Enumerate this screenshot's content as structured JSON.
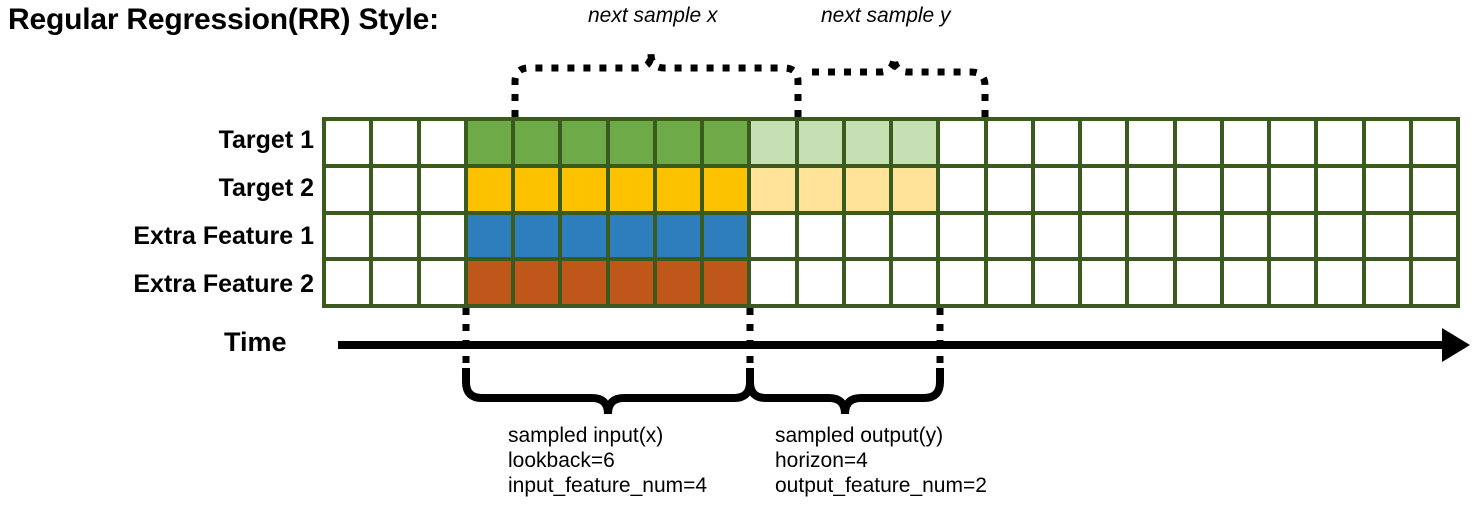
{
  "title": "Regular Regression(RR) Style:",
  "rows": [
    {
      "label": "Target 1",
      "kind": "target"
    },
    {
      "label": "Target 2",
      "kind": "target"
    },
    {
      "label": "Extra Feature 1",
      "kind": "feature"
    },
    {
      "label": "Extra Feature 2",
      "kind": "feature"
    }
  ],
  "axis": {
    "label": "Time",
    "direction": "right"
  },
  "grid": {
    "total_columns": 24,
    "lead_blank_columns": 3,
    "input_columns": 6,
    "output_columns": 4,
    "trailing_blank_columns": 11
  },
  "top_braces": [
    {
      "label": "next sample x",
      "span": "input"
    },
    {
      "label": "next sample y",
      "span": "output"
    }
  ],
  "bottom_braces": [
    {
      "title": "sampled input(x)",
      "line2": "lookback=6",
      "line3": "input_feature_num=4"
    },
    {
      "title": "sampled output(y)",
      "line2": "horizon=4",
      "line3": "output_feature_num=2"
    }
  ],
  "colors": {
    "gridline": "#3a5a1e",
    "target1": "#6eab48",
    "target1_light": "#c6e0b4",
    "target2": "#fcc200",
    "target2_light": "#ffe399",
    "extra1": "#2e7ebd",
    "extra2": "#c0571a",
    "blank": "#ffffff",
    "ink": "#000000"
  }
}
